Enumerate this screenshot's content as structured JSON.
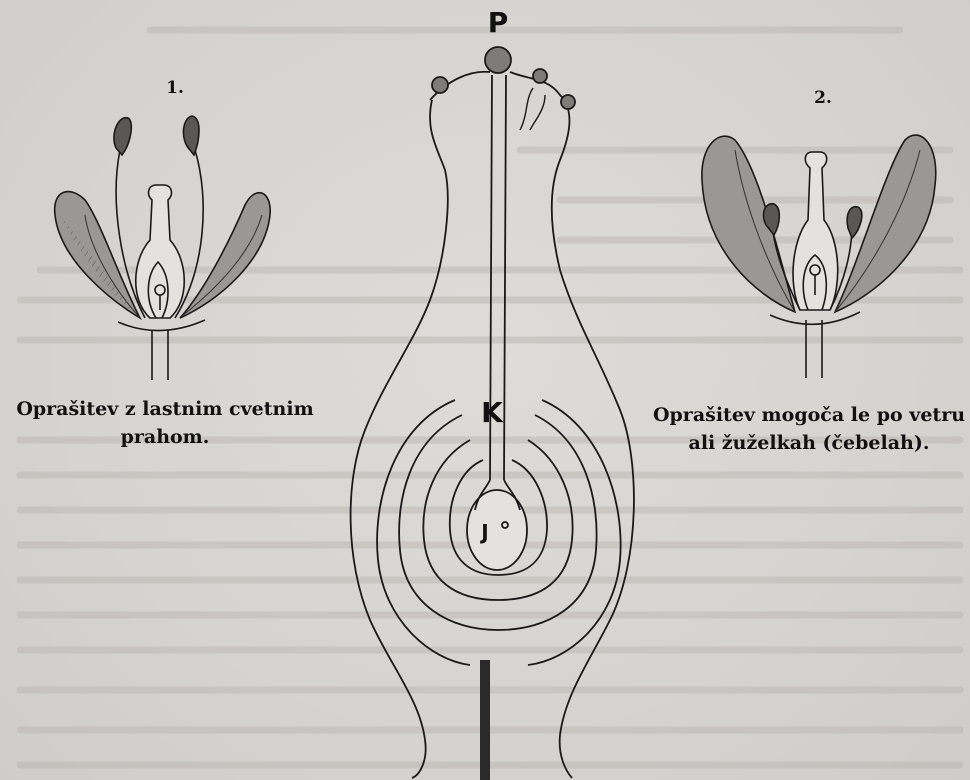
{
  "figures": {
    "left": {
      "number": "1.",
      "caption_line1": "Oprašitev z lastnim cvetnim",
      "caption_line2": "prahom."
    },
    "right": {
      "number": "2.",
      "caption_line1": "Oprašitev mogoča le po vetru",
      "caption_line2": "ali žuželkah (čebelah)."
    },
    "center": {
      "label_top": "P",
      "label_mid": "K",
      "label_low": "J"
    }
  },
  "colors": {
    "ink": "#1a1a1a",
    "petal_shade": "#8c8a87",
    "paper": "#d9d7d3"
  }
}
